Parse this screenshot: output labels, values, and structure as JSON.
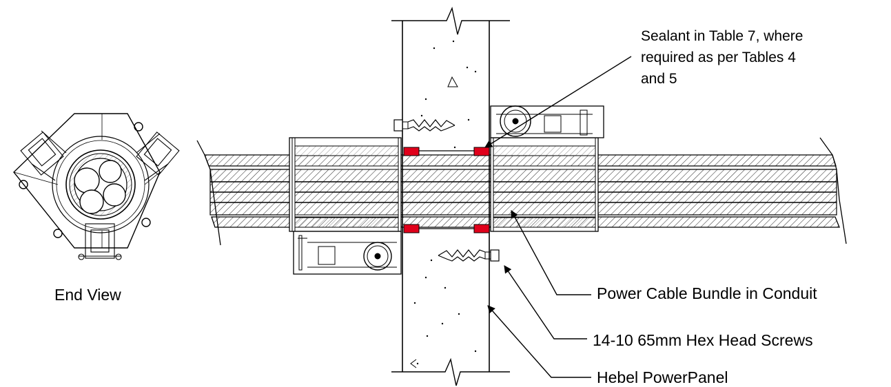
{
  "labels": {
    "sealant": [
      "Sealant in Table 7, where",
      "required as per Tables 4",
      "and 5"
    ],
    "conduit": "Power Cable Bundle in Conduit",
    "screws": "14-10 65mm Hex Head Screws",
    "panel": "Hebel PowerPanel",
    "end_view": "End View"
  },
  "colors": {
    "line": "#000000",
    "sealant": "#e0001b",
    "hatch": "#333333",
    "background": "#ffffff"
  }
}
